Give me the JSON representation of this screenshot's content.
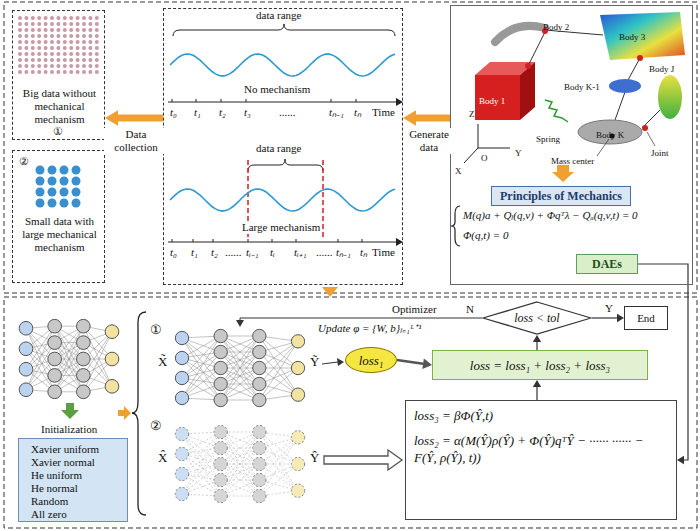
{
  "diagram": {
    "nodes": [
      {
        "text": [
          "Big data without mechanical mechanism",
          "①"
        ]
      },
      {
        "text": [
          "②",
          "Small data with large mechanical mechanism"
        ]
      },
      {
        "text": [
          "data range",
          "No mechanism",
          "t₀",
          "t₁",
          "t₂",
          "t₃",
          "......",
          "tₙ₋₁",
          "tₙ",
          "Time",
          "data range",
          "Large mechanism",
          "t₀",
          "t₁",
          "t₂",
          "......",
          "tᵢ₋₁",
          "tᵢ",
          "tᵢ₊₁",
          "......",
          "tₙ₋₁",
          "tₙ",
          "Time"
        ]
      },
      {
        "text": [
          "Body 1",
          "Body 2",
          "Body 3",
          "Body K-1",
          "Spring",
          "Body K",
          "Mass center",
          "Joint",
          "Body J",
          "Z",
          "O",
          "X",
          "Y",
          "M(q)a + Qₗ(q,v) + Φqᵀλ − Qₐ(q,v,t) = 0",
          "Φ(q,t) = 0"
        ]
      },
      {
        "text": [
          "Principles of Mechanics"
        ],
        "in": 3
      },
      {
        "text": [
          "DAEs"
        ],
        "in": 3
      },
      {
        "text": [
          "Initialization",
          "Xavier uniform",
          "Xavier normal",
          "He uniform",
          "He normal",
          "Random",
          "All zero"
        ]
      },
      {
        "text": [
          "loss₁"
        ]
      },
      {
        "text": [
          "loss = loss₁ + loss₂ + loss₃"
        ]
      },
      {
        "text": [
          "loss < tol"
        ]
      },
      {
        "text": [
          "End"
        ]
      },
      {
        "text": [
          "loss₃ = βΦ(Ŷ,t)",
          "loss₂ = α(M(Ŷ)ρ(Ŷ) + Φ(Ŷ)qᵀŶ − ······ ······ − F(Ŷ, ρ(Ŷ), t))"
        ]
      }
    ],
    "edges": [
      {
        "from": 2,
        "to": 0,
        "label": "Data collection",
        "arrow": "to"
      },
      {
        "from": 3,
        "to": 2,
        "label": "Generate data",
        "arrow": "to"
      },
      {
        "from": 5,
        "to": 11,
        "arrow": "to"
      },
      {
        "from": 11,
        "to": 8,
        "arrow": "to"
      },
      {
        "from": 8,
        "to": 9,
        "arrow": "to"
      },
      {
        "from": 9,
        "to": 10,
        "label": "Y",
        "arrow": "to"
      },
      {
        "from": 7,
        "to": 8,
        "arrow": "to"
      }
    ],
    "labels": [
      "①",
      "X̃",
      "Ỹ",
      "②",
      "X̂",
      "Ŷ",
      "Optimizer",
      "N",
      "Update φ = {W, b}ₗ₌₁ᴸ⁺¹"
    ]
  }
}
